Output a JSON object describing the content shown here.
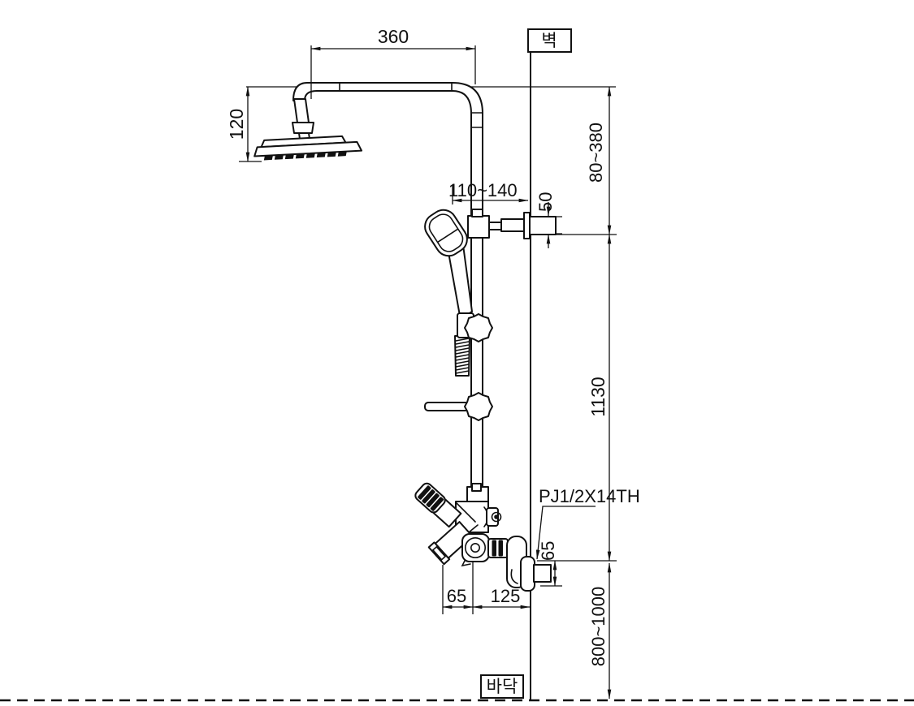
{
  "labels": {
    "wall": "벽",
    "floor": "바닥"
  },
  "annotations": {
    "thread_spec": "PJ1/2X14TH"
  },
  "dimensions": {
    "bar_width": "360",
    "head_drop": "120",
    "bracket_range": "110~140",
    "bracket_cup_height": "50",
    "top_adjust_range": "80~380",
    "riser_height": "1130",
    "spout_offset": "65",
    "valve_to_wall": "125",
    "supply_offset": "65",
    "supply_height_range": "800~1000"
  },
  "colors": {
    "line": "#111111",
    "background": "#ffffff"
  }
}
